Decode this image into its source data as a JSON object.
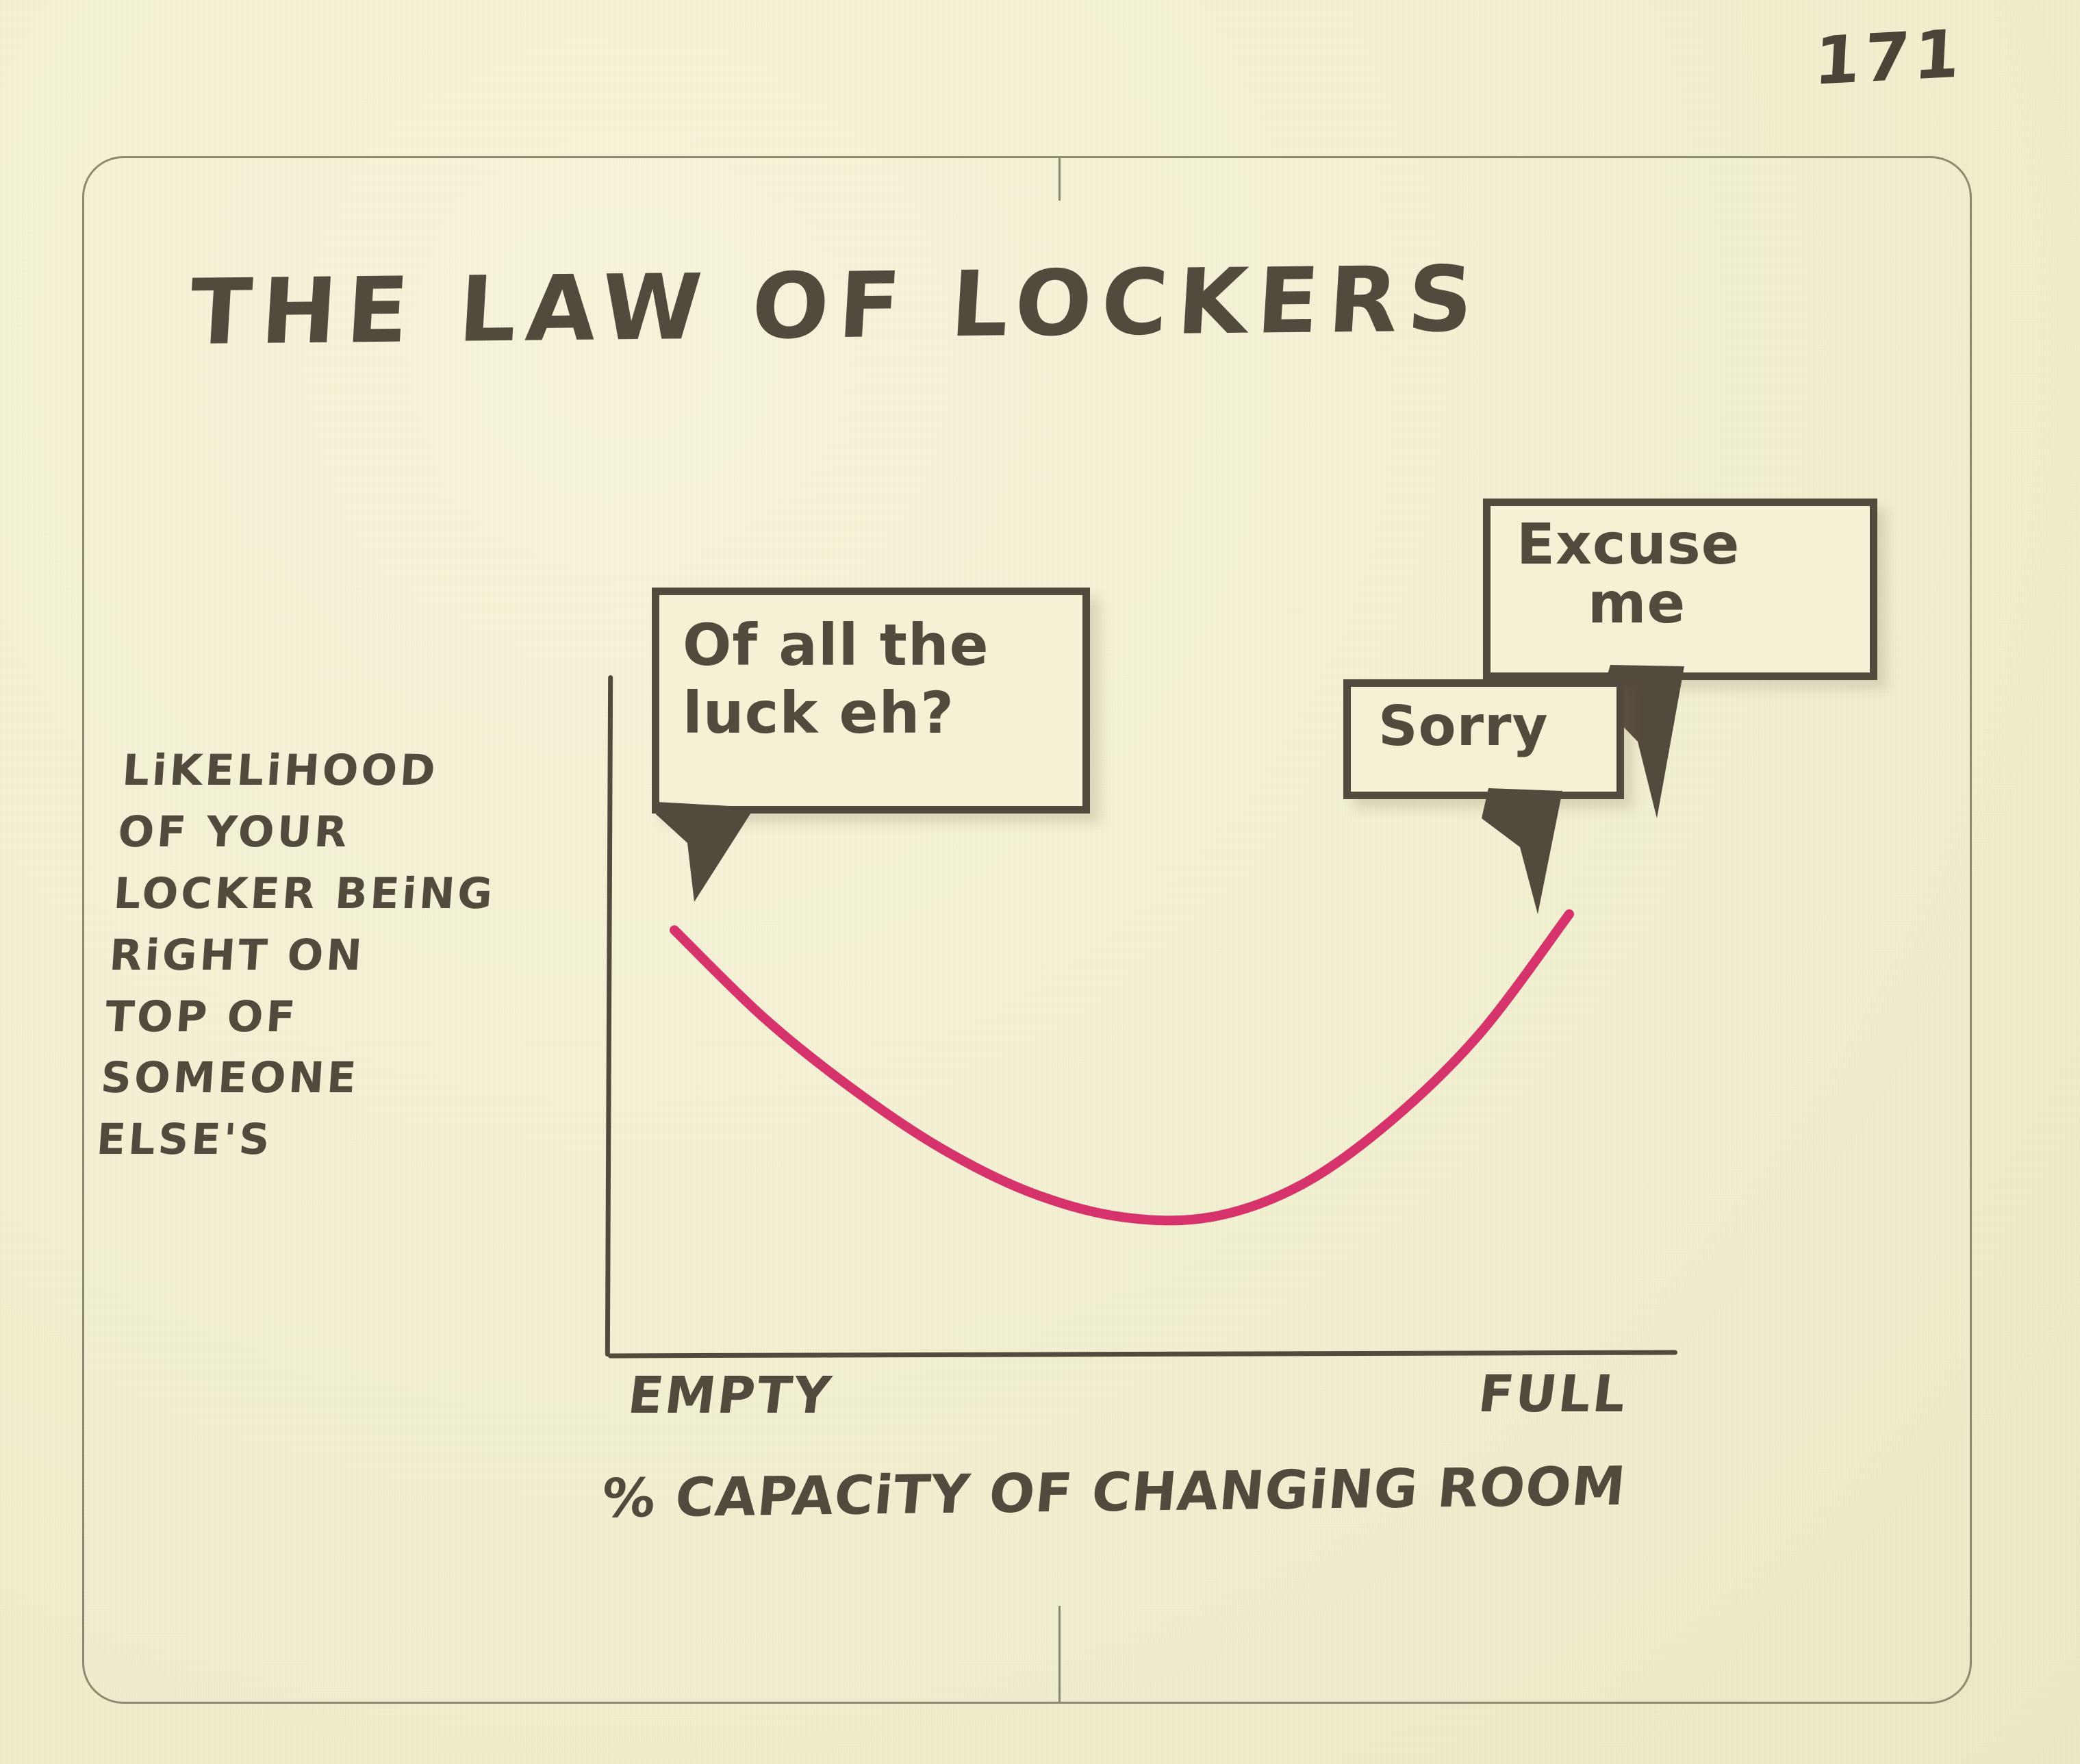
{
  "page": {
    "number": "171",
    "paper_color": "#f4f1d4",
    "ink_color": "#534a3e",
    "accent_color": "#d6336c"
  },
  "title": "THE LAW OF LOCKERS",
  "chart_data": {
    "type": "line",
    "title": "THE LAW OF LOCKERS",
    "xlabel": "% CAPACiTY OF CHANGiNG ROOM",
    "ylabel": "LiKELiHOOD OF YOUR LOCKER BEiNG RiGHT ON TOP OF SOMEONE ELSE'S",
    "ylabel_lines": [
      "LiKELiHOOD",
      "OF YOUR",
      "LOCKER BEiNG",
      "RiGHT ON",
      "TOP OF",
      "SOMEONE",
      "ELSE'S"
    ],
    "xtick_labels": [
      "EMPTY",
      "FULL"
    ],
    "xtick_values": [
      0,
      100
    ],
    "ytick_labels": [],
    "grid": false,
    "legend": false,
    "axis_style": "hand-drawn-L",
    "series": [
      {
        "name": "likelihood of locker collision",
        "color": "#d6336c",
        "line_width": 14,
        "shape": "u-curve",
        "x": [
          0,
          10,
          20,
          30,
          40,
          50,
          60,
          70,
          80,
          90,
          100
        ],
        "y": [
          90,
          68,
          50,
          35,
          24,
          18,
          18,
          26,
          42,
          64,
          94
        ]
      }
    ],
    "xlim": [
      0,
      100
    ],
    "ylim": [
      0,
      100
    ],
    "annotations": [
      {
        "name": "speech-bubble-luck",
        "text": "Of all the\nluck eh?",
        "lines": [
          "Of all the",
          "luck eh?"
        ],
        "points_to": "left-end-of-curve",
        "tail_direction": "down-left"
      },
      {
        "name": "speech-bubble-excuse",
        "text": "Excuse\nme",
        "lines": [
          "Excuse",
          "me"
        ],
        "points_to": "right-end-of-curve",
        "tail_direction": "down"
      },
      {
        "name": "speech-bubble-sorry",
        "text": "Sorry",
        "lines": [
          "Sorry"
        ],
        "points_to": "right-end-of-curve",
        "tail_direction": "down"
      }
    ]
  },
  "bubbles": {
    "luck": {
      "line1": "Of all the",
      "line2": "luck eh?"
    },
    "excuse": {
      "line1": "Excuse",
      "line2": "me"
    },
    "sorry": {
      "line1": "Sorry"
    }
  },
  "ticks": {
    "empty": "EMPTY",
    "full": "FULL"
  },
  "xlabel": "% CAPACiTY OF CHANGiNG ROOM"
}
